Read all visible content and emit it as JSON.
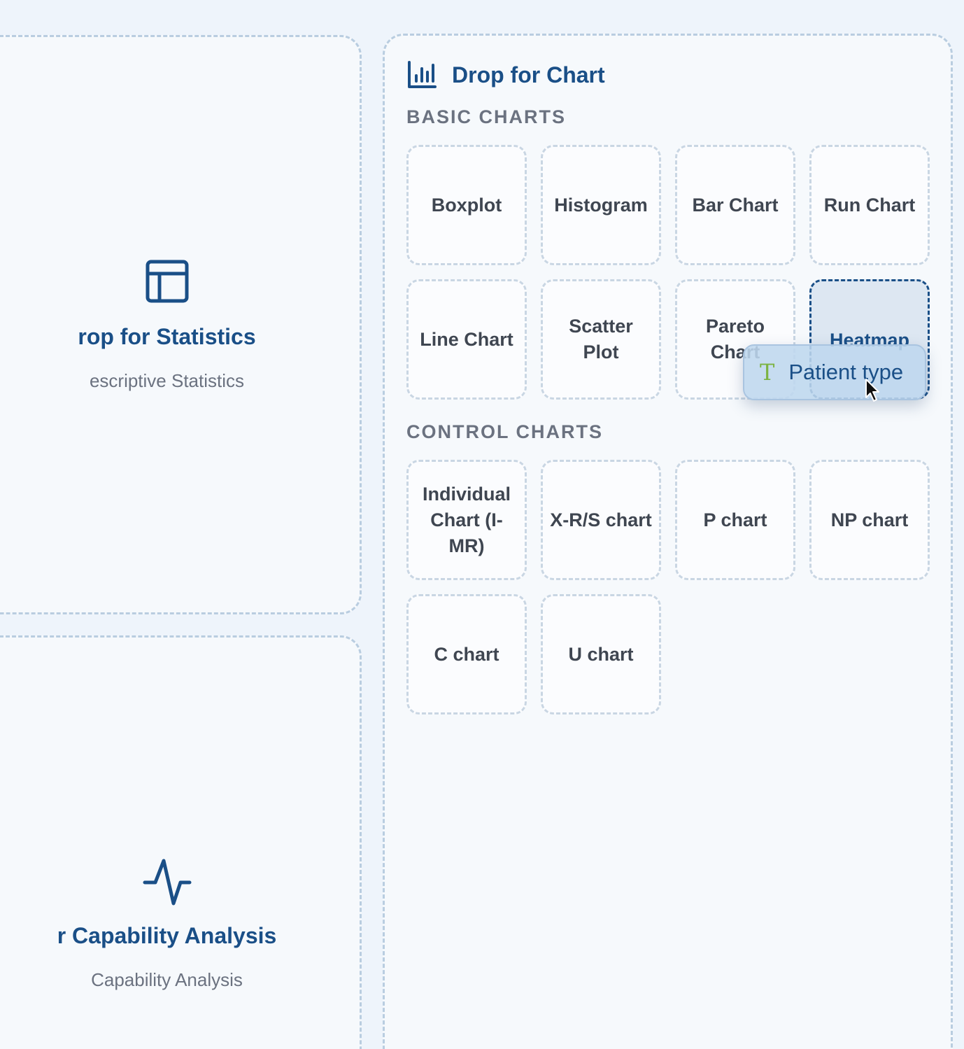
{
  "statistics_zone": {
    "title": "rop for Statistics",
    "subtitle": "escriptive Statistics",
    "icon": "table-icon"
  },
  "capability_zone": {
    "title": "r Capability Analysis",
    "subtitle": "Capability Analysis",
    "icon": "activity-icon"
  },
  "chart_zone": {
    "title": "Drop for Chart",
    "icon": "bar-chart-icon",
    "basic_section": {
      "label": "BASIC CHARTS",
      "items": [
        "Boxplot",
        "Histogram",
        "Bar Chart",
        "Run Chart",
        "Line Chart",
        "Scatter Plot",
        "Pareto Chart",
        "Heatmap"
      ],
      "highlighted": "Heatmap"
    },
    "control_section": {
      "label": "CONTROL CHARTS",
      "items": [
        "Individual Chart (I-MR)",
        "X-R/S chart",
        "P chart",
        "NP chart",
        "C chart",
        "U chart"
      ]
    }
  },
  "drag_chip": {
    "label": "Patient type",
    "icon": "text-type-icon",
    "icon_glyph": "T"
  },
  "colors": {
    "accent": "#1a4f87",
    "border": "#b9cde0",
    "chip_icon": "#7cb342",
    "muted_text": "#6b7280"
  }
}
